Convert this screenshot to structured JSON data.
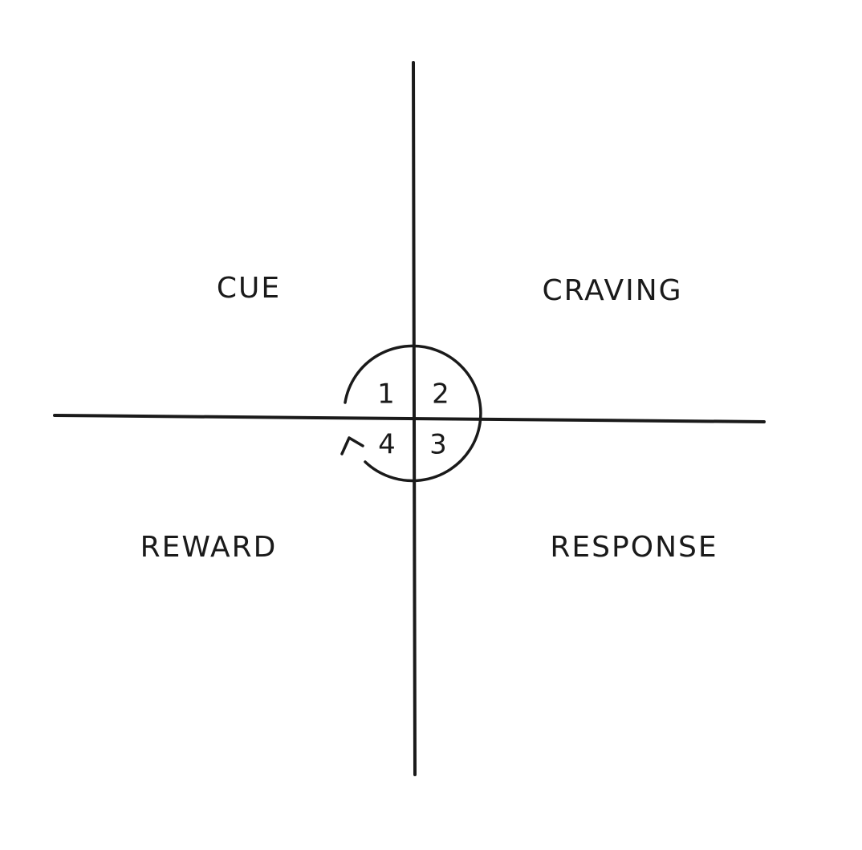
{
  "diagram": {
    "ink_color": "#1a1a1a",
    "background_color": "#ffffff",
    "quadrants": {
      "top_left": "CUE",
      "top_right": "CRAVING",
      "bottom_right": "RESPONSE",
      "bottom_left": "REWARD"
    },
    "steps": {
      "top_left": "1",
      "top_right": "2",
      "bottom_right": "3",
      "bottom_left": "4"
    },
    "cycle_direction": "clockwise",
    "icons": {
      "cycle": "cycle-arrow-icon"
    }
  }
}
